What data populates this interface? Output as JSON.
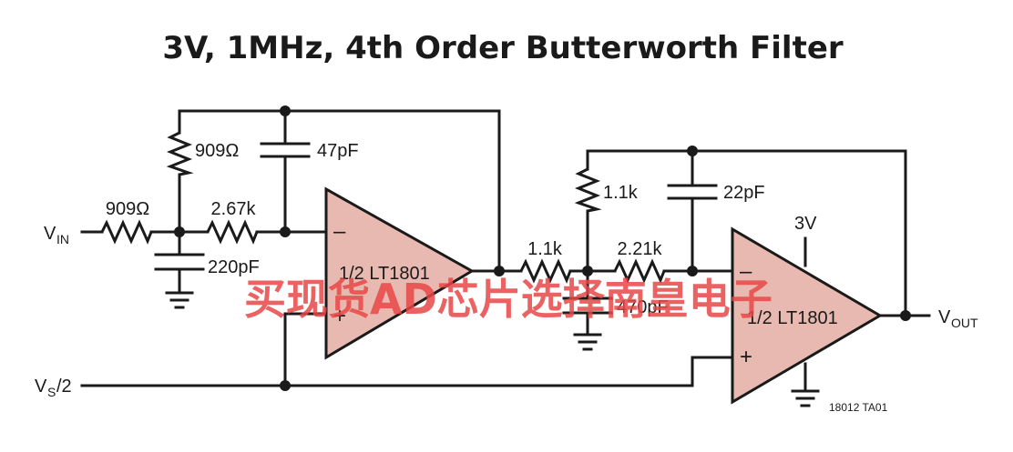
{
  "title": "3V, 1MHz, 4th Order Butterworth Filter",
  "labels": {
    "vin_main": "V",
    "vin_sub": "IN",
    "vs_main": "V",
    "vs_sub": "S",
    "vs_tail": "/2",
    "vout_main": "V",
    "vout_sub": "OUT",
    "supply": "3V",
    "part_number": "18012 TA01"
  },
  "components": {
    "r_in": "909Ω",
    "r_fb1": "909Ω",
    "c_fb1": "47pF",
    "r_series1": "2.67k",
    "c_gnd1": "220pF",
    "r_stage2_in": "1.1k",
    "r_fb2": "1.1k",
    "c_fb2": "22pF",
    "r_series2": "2.21k",
    "c_gnd2": "470pF"
  },
  "opamps": {
    "u1_label": "1/2 LT1801",
    "u2_label": "1/2 LT1801",
    "minus": "–",
    "plus": "+"
  },
  "watermark": "买现货AD芯片选择南皇电子",
  "colors": {
    "opamp_fill": "#e8b9b0",
    "line": "#1a1a1a",
    "watermark": "#e64646"
  }
}
